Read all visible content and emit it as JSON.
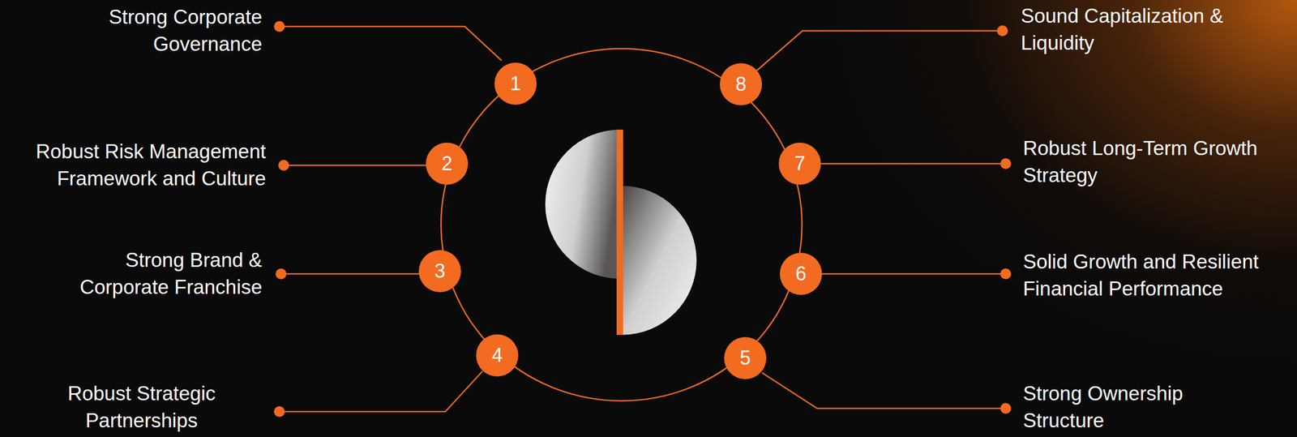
{
  "diagram": {
    "nodes": [
      {
        "text": [
          "1"
        ]
      },
      {
        "text": [
          "2"
        ]
      },
      {
        "text": [
          "3"
        ]
      },
      {
        "text": [
          "4"
        ]
      },
      {
        "text": [
          "5"
        ]
      },
      {
        "text": [
          "6"
        ]
      },
      {
        "text": [
          "7"
        ]
      },
      {
        "text": [
          "8"
        ]
      }
    ],
    "labels": [
      "Strong Corporate Governance",
      "Robust Risk Management Framework and Culture",
      "Strong Brand & Corporate Franchise",
      "Robust Strategic Partnerships",
      "Strong Ownership Structure",
      "Solid Growth and Resilient Financial Performance",
      "Robust Long-Term Growth Strategy",
      "Sound Capitalization & Liquidity"
    ]
  }
}
